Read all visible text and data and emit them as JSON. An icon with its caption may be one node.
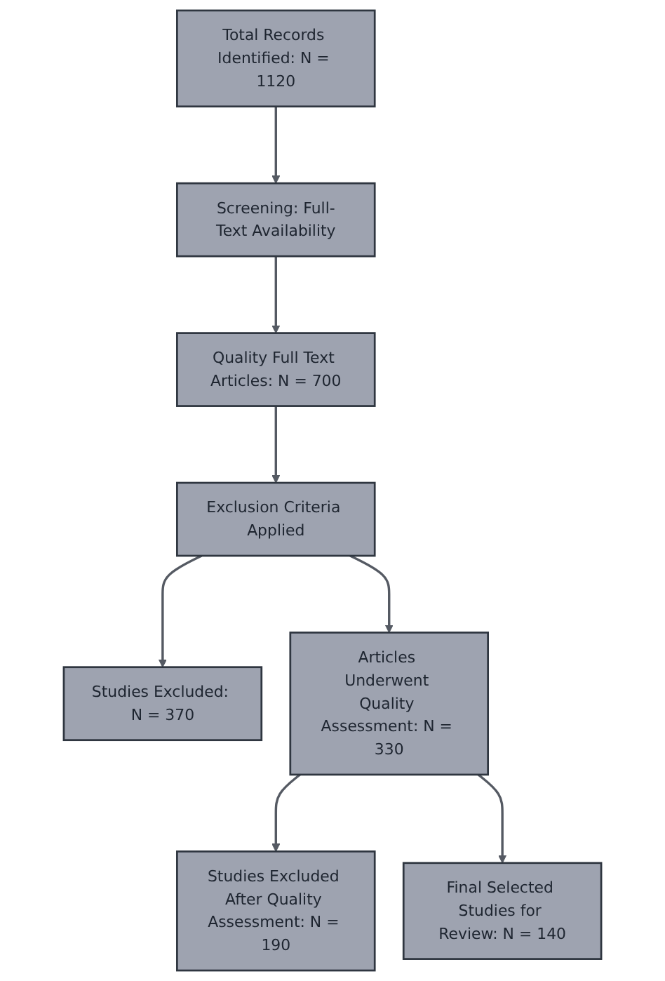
{
  "diagram": {
    "nodes": [
      {
        "text": [
          "Total Records Identified: N = 1120"
        ]
      },
      {
        "text": [
          "Screening: Full-Text Availability"
        ]
      },
      {
        "text": [
          "Quality Full Text Articles: N = 700"
        ]
      },
      {
        "text": [
          "Exclusion Criteria Applied"
        ]
      },
      {
        "text": [
          "Studies Excluded: N = 370"
        ]
      },
      {
        "text": [
          "Articles Underwent Quality Assessment: N = 330"
        ]
      },
      {
        "text": [
          "Studies Excluded After Quality Assessment: N = 190"
        ]
      },
      {
        "text": [
          "Final Selected Studies for Review: N = 140"
        ]
      }
    ],
    "edges": [
      {
        "from": 0,
        "to": 1,
        "arrow": "to"
      },
      {
        "from": 1,
        "to": 2,
        "arrow": "to"
      },
      {
        "from": 2,
        "to": 3,
        "arrow": "to"
      },
      {
        "from": 3,
        "to": 4,
        "arrow": "to"
      },
      {
        "from": 3,
        "to": 5,
        "arrow": "to"
      },
      {
        "from": 5,
        "to": 6,
        "arrow": "to"
      },
      {
        "from": 5,
        "to": 7,
        "arrow": "to"
      }
    ]
  }
}
